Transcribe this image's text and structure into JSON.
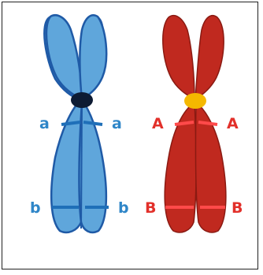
{
  "diagram": {
    "blue_chromosome": {
      "fill": "#5fa6db",
      "stroke": "#1f5aa6",
      "band_color": "#1f6fb8",
      "centromere_color": "#0d1b33",
      "label_color": "#2f86c8",
      "labels": {
        "upper_left": "a",
        "upper_right": "a",
        "lower_left": "b",
        "lower_right": "b"
      }
    },
    "red_chromosome": {
      "fill": "#c0291f",
      "stroke": "#8a1a12",
      "band_color": "#ff4a4a",
      "centromere_color": "#f5b800",
      "label_color": "#e2302a",
      "labels": {
        "upper_left": "A",
        "upper_right": "A",
        "lower_left": "B",
        "lower_right": "B"
      }
    }
  }
}
